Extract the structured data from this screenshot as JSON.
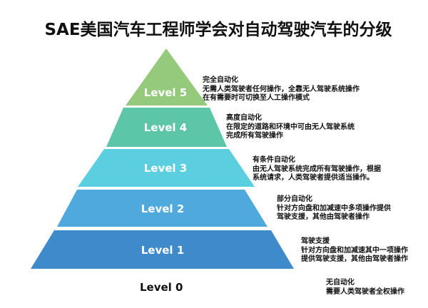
{
  "title": "SAE美国汽车工程师学会对自动驾驶汽车的分级",
  "colors": {
    "level5": "#95c97c",
    "level4": "#5ec6a8",
    "level3": "#5bcfe0",
    "level2": "#4fa9dc",
    "level1": "#3f8acb",
    "text_dark": "#111111",
    "text_light": "#ffffff"
  },
  "levels": [
    {
      "label": "Level 5",
      "name": "完全自动化",
      "lines": [
        "无需人类驾驶者任何操作，全靠无人驾驶系统操作",
        "在有需要时可切换至人工操作模式"
      ]
    },
    {
      "label": "Level 4",
      "name": "高度自动化",
      "lines": [
        "在限定的道路和环境中可由无人驾驶系统",
        "完成所有驾驶操作"
      ]
    },
    {
      "label": "Level 3",
      "name": "有条件自动化",
      "lines": [
        "由无人驾驶系统完成所有驾驶操作，根据",
        "系统请求，人类驾驶者提供适当操作。"
      ]
    },
    {
      "label": "Level 2",
      "name": "部分自动化",
      "lines": [
        "针对方向盘和加减速中多项操作提供",
        "驾驶支援，其他由驾驶者操作"
      ]
    },
    {
      "label": "Level 1",
      "name": "驾驶支援",
      "lines": [
        "针对方向盘和加减速其中一项操作",
        "提供驾驶支援，其他由驾驶者操作"
      ]
    },
    {
      "label": "Level 0",
      "name": "无自动化",
      "lines": [
        "需要人类驾驶者全权操作"
      ]
    }
  ]
}
